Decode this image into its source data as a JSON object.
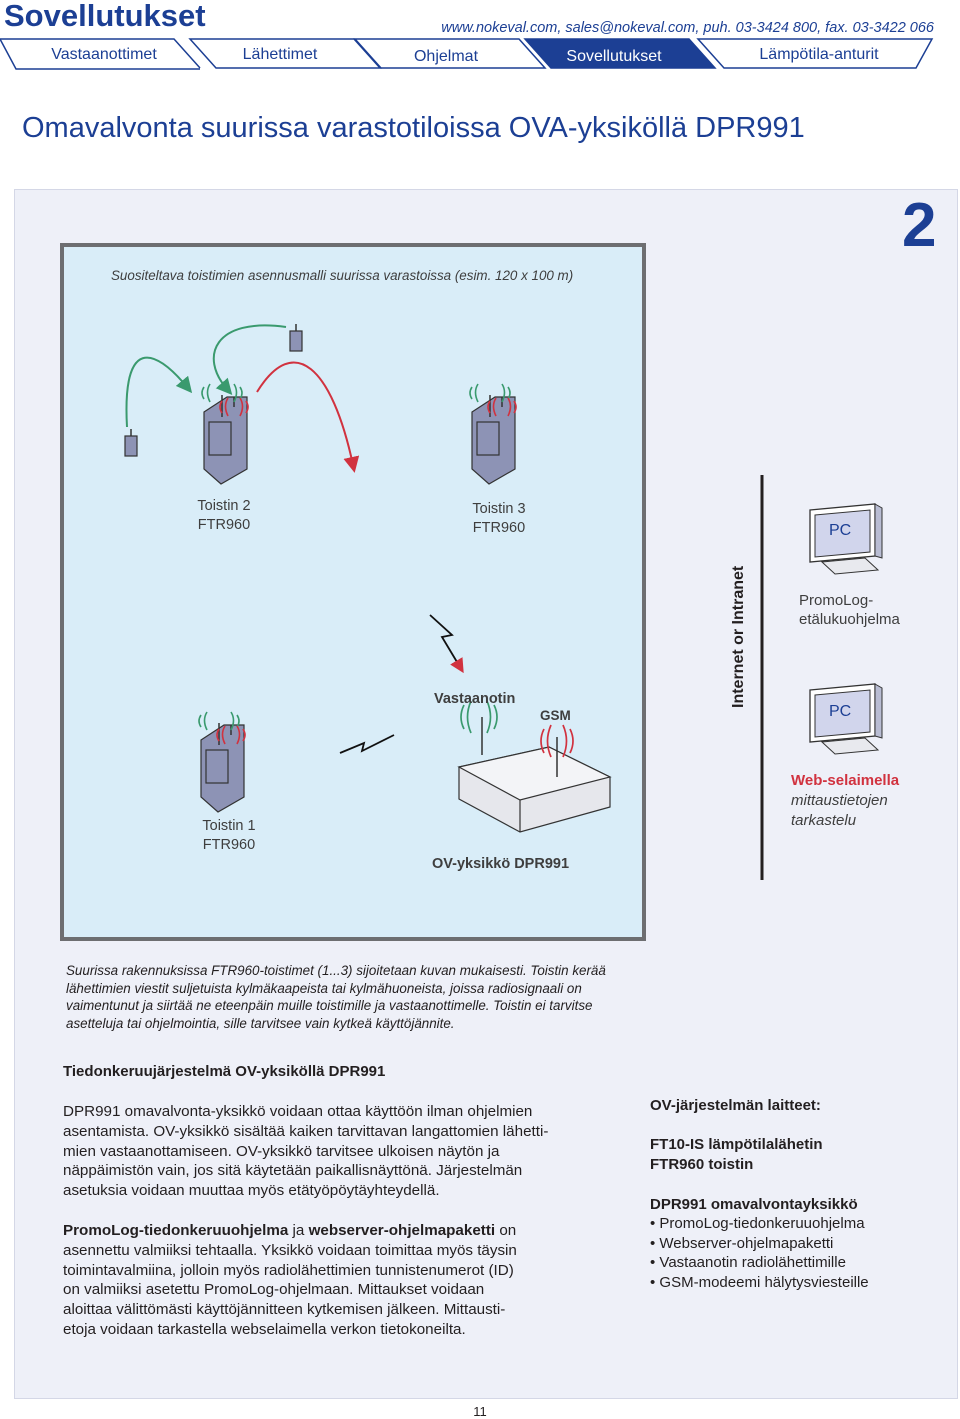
{
  "header": {
    "brand": "Sovellutukset",
    "contact": "www.nokeval.com, sales@nokeval.com, puh. 03-3424 800, fax. 03-3422 066",
    "tabs": [
      {
        "label": "Vastaanottimet",
        "active": false
      },
      {
        "label": "Lähettimet",
        "active": false
      },
      {
        "label": "Ohjelmat",
        "active": false
      },
      {
        "label": "Sovellutukset",
        "active": true
      },
      {
        "label": "Lämpötila-anturit",
        "active": false
      }
    ],
    "accent_color": "#1c3f94"
  },
  "page_title": "Omavalvonta suurissa varastotiloissa OVA-yksiköllä DPR991",
  "section_number": "2",
  "diagram": {
    "caption_top": "Suositeltava toistimien asennusmalli suurissa varastoissa (esim. 120 x 100 m)",
    "repeater2": {
      "name": "Toistin 2",
      "model": "FTR960"
    },
    "repeater3": {
      "name": "Toistin 3",
      "model": "FTR960"
    },
    "repeater1": {
      "name": "Toistin 1",
      "model": "FTR960"
    },
    "receiver_label": "Vastaanotin",
    "gsm_label": "GSM",
    "unit_label": "OV-yksikkö DPR991",
    "network_label": "Internet or Intranet",
    "pc_label": "PC",
    "promolog_line1": "PromoLog-",
    "promolog_line2": "etälukuohjelma",
    "web_line1": "Web-selaimella",
    "web_line2": "mittaustietojen",
    "web_line3": "tarkastelu",
    "colors": {
      "green_signal": "#3a9a6e",
      "red_signal": "#d1323f",
      "background": "#d9edf8"
    }
  },
  "caption_lines": [
    "Suurissa rakennuksissa FTR960-toistimet (1...3) sijoitetaan kuvan mukaisesti. Toistin kerää",
    "lähettimien viestit suljetuista kylmäkaapeista tai kylmähuoneista, joissa radiosignaali on",
    "vaimentunut ja siirtää ne eteenpäin muille toistimille ja vastaanottimelle. Toistin ei tarvitse",
    "asetteluja tai ohjelmointia, sille tarvitsee vain kytkeä käyttöjännite."
  ],
  "left_column": {
    "heading": "Tiedonkeruujärjestelmä OV-yksiköllä DPR991",
    "para1_lines": [
      "DPR991 omavalvonta-yksikkö voidaan ottaa käyttöön ilman ohjelmien",
      "asentamista. OV-yksikkö sisältää kaiken tarvittavan langattomien lähetti-",
      "mien vastaanottamiseen. OV-yksikkö tarvitsee ulkoisen näytön ja",
      "näppäimistön vain, jos sitä käytetään paikallisnäyttönä. Järjestelmän",
      "asetuksia voidaan muuttaa myös etätyöpöytäyhteydellä."
    ],
    "para2_bold1": "PromoLog-tiedonkeruuohjelma",
    "para2_mid": " ja ",
    "para2_bold2": "webserver-ohjelmapaketti",
    "para2_tail": " on",
    "para2_lines": [
      "asennettu valmiiksi tehtaalla. Yksikkö voidaan toimittaa myös täysin",
      "toimintavalmiina, jolloin myös radiolähettimien tunnistenumerot (ID)",
      "on valmiiksi asetettu PromoLog-ohjelmaan. Mittaukset voidaan",
      "aloittaa välittömästi käyttöjännitteen kytkemisen jälkeen. Mittausti-",
      "etoja voidaan tarkastella webselaimella verkon tietokoneilta."
    ]
  },
  "right_column": {
    "heading": "OV-järjestelmän laitteet:",
    "device1": "FT10-IS lämpötilalähetin",
    "device2": "FTR960 toistin",
    "unit_heading": "DPR991 omavalvontayksikkö",
    "bullets": [
      "PromoLog-tiedonkeruuohjelma",
      "Webserver-ohjelmapaketti",
      "Vastaanotin radiolähettimille",
      "GSM-modeemi hälytysviesteille"
    ]
  },
  "footer_page": "11"
}
